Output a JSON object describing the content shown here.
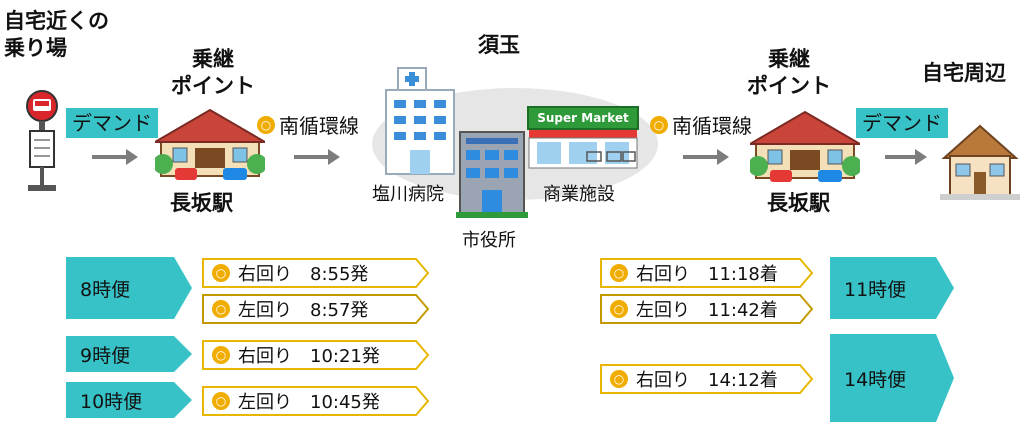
{
  "headings": {
    "home_stop": [
      "自宅近くの",
      "乗り場"
    ],
    "transfer_left": [
      "乗継",
      "ポイント"
    ],
    "center": "須玉",
    "transfer_right": [
      "乗継",
      "ポイント"
    ],
    "home_area": "自宅周辺"
  },
  "labels": {
    "demand_left": "デマンド",
    "demand_right": "デマンド",
    "route_left": "南循環線",
    "route_right": "南循環線",
    "station_left": "長坂駅",
    "station_right": "長坂駅",
    "hospital": "塩川病院",
    "city_hall": "市役所",
    "commercial": "商業施設",
    "supermarket_sign": "Super Market",
    "coin_mark": "○"
  },
  "departures": [
    {
      "trip": "8時便",
      "legs": [
        {
          "dir": "右回り",
          "time": "8:55発"
        },
        {
          "dir": "左回り",
          "time": "8:57発"
        }
      ]
    },
    {
      "trip": "9時便",
      "legs": [
        {
          "dir": "右回り",
          "time": "10:21発"
        }
      ]
    },
    {
      "trip": "10時便",
      "legs": [
        {
          "dir": "左回り",
          "time": "10:45発"
        }
      ]
    }
  ],
  "arrivals": [
    {
      "trip": "11時便",
      "legs": [
        {
          "dir": "右回り",
          "time": "11:18着"
        },
        {
          "dir": "左回り",
          "time": "11:42着"
        }
      ]
    },
    {
      "trip": "14時便",
      "legs": [
        {
          "dir": "右回り",
          "time": "14:12着"
        }
      ]
    }
  ],
  "colors": {
    "teal": "#37c2c8",
    "coin": "#f0ad00",
    "arrow": "#7d7d7d",
    "yellow_border": "#e8b600",
    "green_sign": "#2f9a3a"
  },
  "icons": [
    "bus-stop-icon",
    "station-icon",
    "hospital-icon",
    "city-hall-icon",
    "supermarket-icon",
    "house-icon"
  ]
}
